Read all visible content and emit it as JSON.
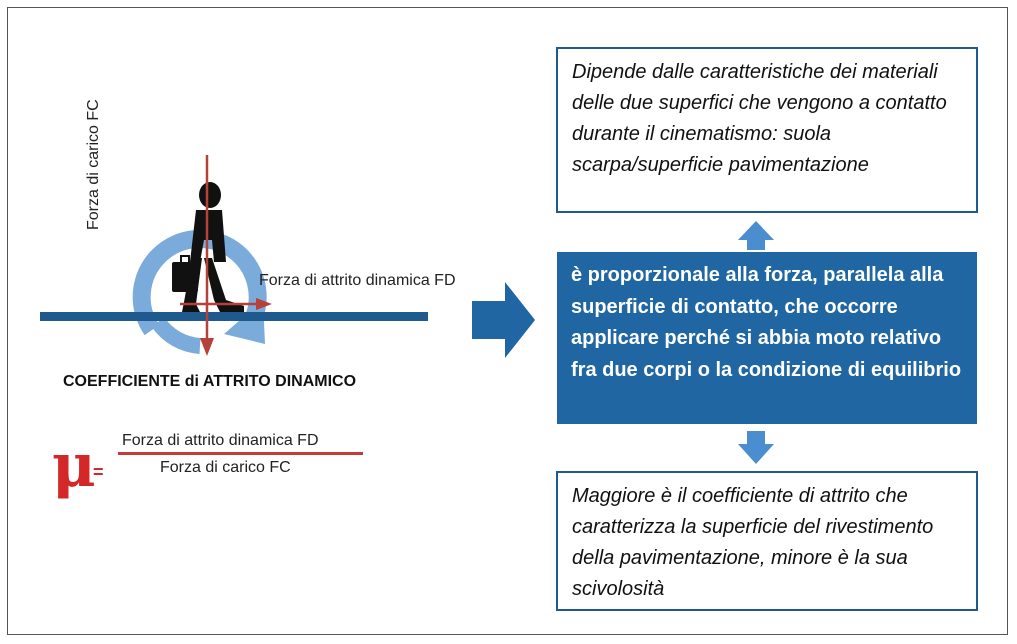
{
  "colors": {
    "primary_blue": "#2066a3",
    "box_border": "#1f5a8e",
    "arrow_light_blue": "#4e8fcf",
    "force_red": "#b5413a",
    "mu_red": "#d42727"
  },
  "left_panel": {
    "force_load_label": "Forza di carico FC",
    "force_friction_label": "Forza di attrito dinamica FD",
    "coefficient_title": "COEFFICIENTE di ATTRITO DINAMICO",
    "formula": {
      "symbol": "μ",
      "equals": "=",
      "numerator": "Forza di attrito dinamica FD",
      "denominator": "Forza di carico FC"
    },
    "icons": [
      "walking-person-icon",
      "circular-arrow-icon"
    ]
  },
  "right_panel": {
    "top_box": "Dipende dalle caratteristiche dei materiali delle due superfici che vengono a contatto durante il cinematismo: suola scarpa/superficie pavimentazione",
    "middle_box": "è proporzionale alla forza, parallela alla superficie di contatto, che occorre applicare perché si abbia moto relativo fra due corpi o la condizione di equilibrio",
    "bottom_box": "Maggiore è il coefficiente di attrito che caratterizza la superficie del rivestimento della pavimentazione, minore è la sua scivolosità"
  }
}
